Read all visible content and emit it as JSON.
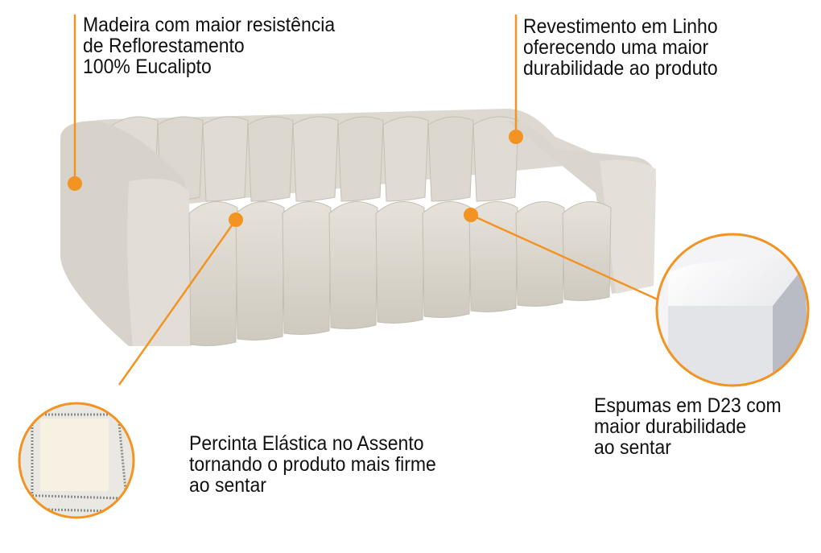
{
  "colors": {
    "accent": "#F39322",
    "fabric": "#DEDAD2",
    "fabric_shadow": "#C9C4BA",
    "text": "#111111"
  },
  "callouts": {
    "wood": {
      "lines": [
        "Madeira com maior resistência",
        "de Reflorestamento",
        "100% Eucalipto"
      ]
    },
    "fabric": {
      "lines": [
        "Revestimento em Linho",
        "oferecendo uma maior",
        "durabilidade ao produto"
      ]
    },
    "foam": {
      "lines": [
        "Espumas em D23 com",
        "maior durabilidade",
        "ao sentar"
      ]
    },
    "webbing": {
      "lines": [
        "Percinta Elástica no Assento",
        "tornando o produto mais firme",
        "ao sentar"
      ]
    }
  }
}
